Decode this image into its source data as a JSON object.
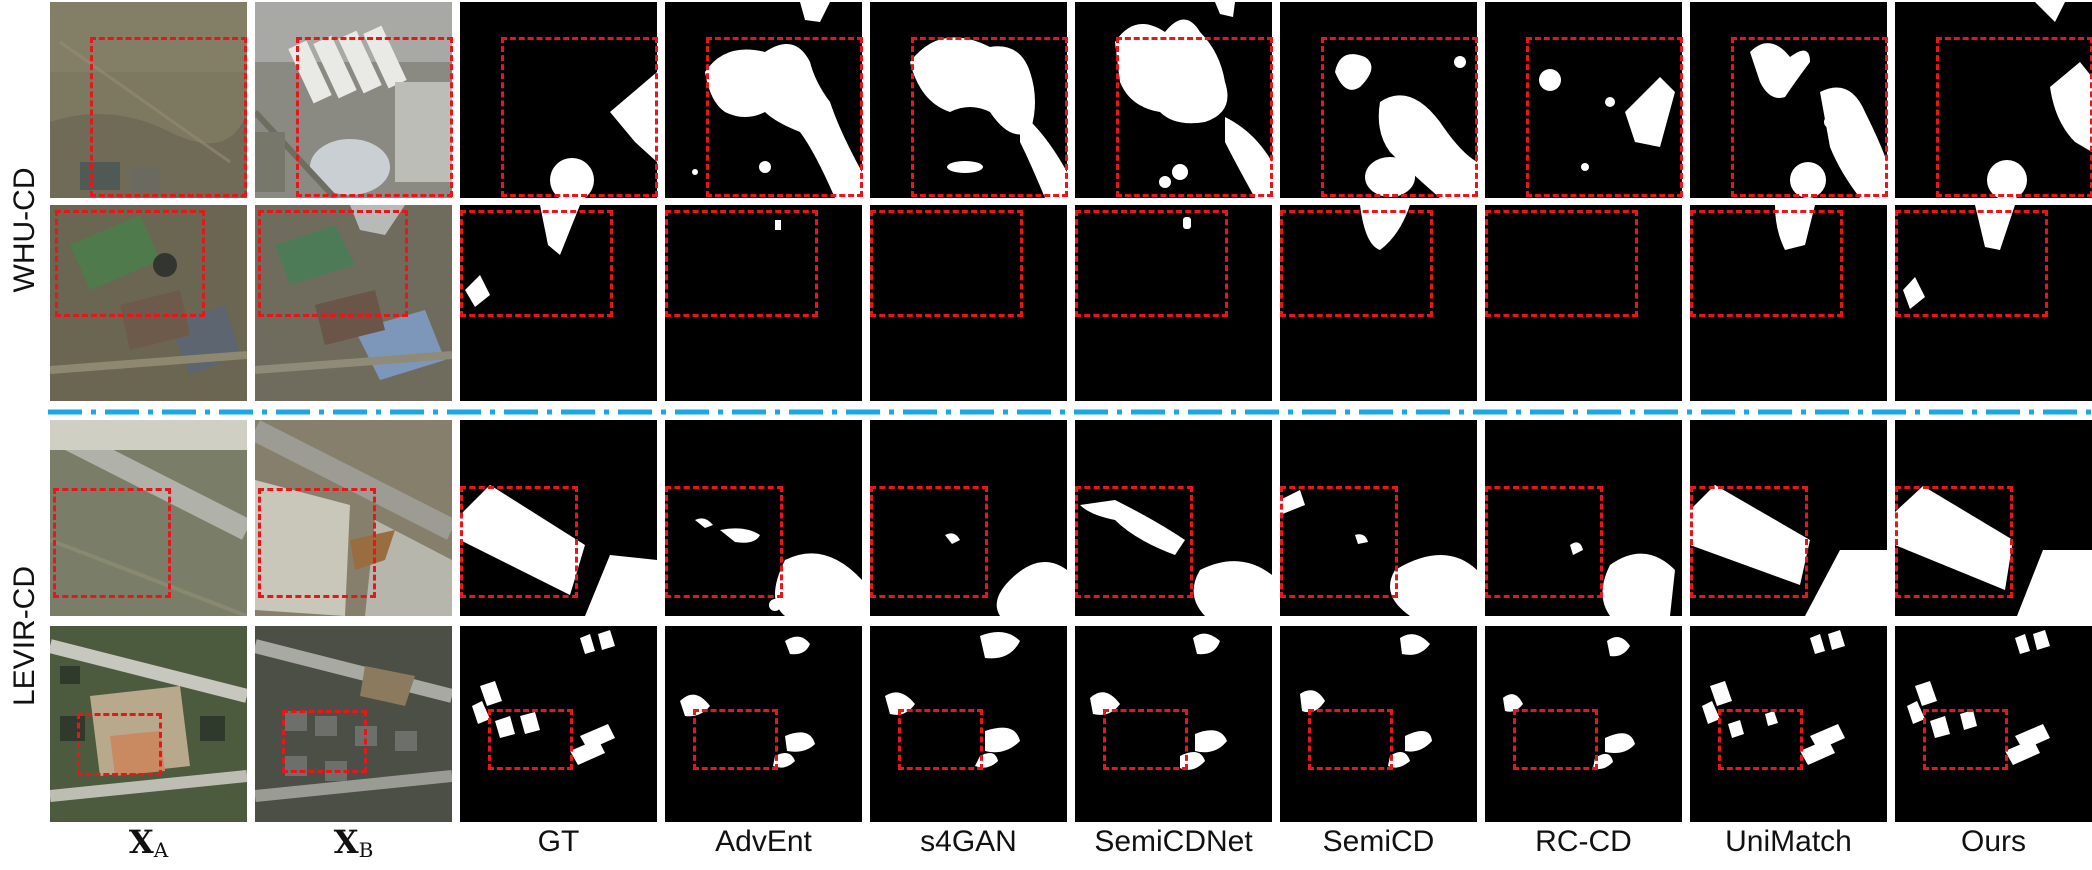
{
  "figure": {
    "column_labels": [
      {
        "symbol": "X",
        "subscript": "A"
      },
      {
        "symbol": "X",
        "subscript": "B"
      },
      {
        "text": "GT"
      },
      {
        "text": "AdvEnt"
      },
      {
        "text": "s4GAN"
      },
      {
        "text": "SemiCDNet"
      },
      {
        "text": "SemiCD"
      },
      {
        "text": "RC-CD"
      },
      {
        "text": "UniMatch"
      },
      {
        "text": "Ours"
      }
    ],
    "row_groups": [
      {
        "label": "WHU-CD"
      },
      {
        "label": "LEVIR-CD"
      }
    ],
    "colors": {
      "roi": "#e8151b",
      "divider": "#1aa7e6",
      "mask_background": "#000000",
      "mask_change": "#ffffff"
    }
  }
}
